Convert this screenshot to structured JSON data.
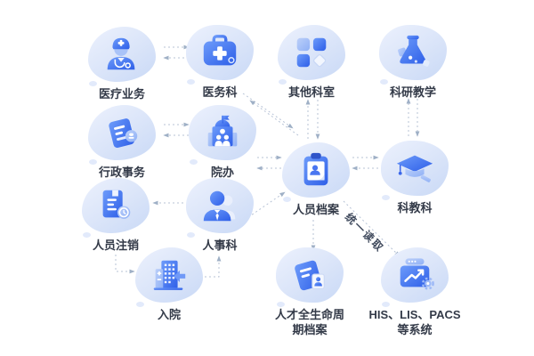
{
  "diagram": {
    "background": "#ffffff",
    "colors": {
      "blob": "#dbe5f9",
      "icon_primary": "#2e5fe8",
      "icon_light": "#8fb0f6",
      "connector": "#b7c3d6",
      "label_text": "#333a48"
    },
    "nodes": [
      {
        "id": "medical-business",
        "label": "医疗业务",
        "icon": "doctor-icon"
      },
      {
        "id": "medical-affairs-dept",
        "label": "医务科",
        "icon": "medkit-icon"
      },
      {
        "id": "other-departments",
        "label": "其他科室",
        "icon": "blocks-icon"
      },
      {
        "id": "research-teaching",
        "label": "科研教学",
        "icon": "flask-icon"
      },
      {
        "id": "administrative-affairs",
        "label": "行政事务",
        "icon": "document-stamp-icon"
      },
      {
        "id": "hospital-office",
        "label": "院办",
        "icon": "building-icon"
      },
      {
        "id": "personnel-files",
        "label": "人员档案",
        "icon": "clipboard-person-icon"
      },
      {
        "id": "science-education-dept",
        "label": "科教科",
        "icon": "graduation-cap-icon"
      },
      {
        "id": "personnel-deregistration",
        "label": "人员注销",
        "icon": "document-clock-icon"
      },
      {
        "id": "hr-dept",
        "label": "人事科",
        "icon": "businessperson-icon"
      },
      {
        "id": "admission",
        "label": "入院",
        "icon": "hospital-building-icon"
      },
      {
        "id": "talent-lifecycle-files",
        "label": "人才全生命周期档案",
        "label_lines": [
          "人才全生命周",
          "期档案"
        ],
        "icon": "talent-document-icon"
      },
      {
        "id": "his-lis-pacs-systems",
        "label": "HIS、LIS、PACS等系统",
        "label_lines": [
          "HIS、LIS、PACS",
          "等系统"
        ],
        "icon": "system-window-icon"
      }
    ],
    "edge_label": "统一读取",
    "connections": [
      {
        "from": "医疗业务",
        "to": "医务科",
        "type": "bidirectional"
      },
      {
        "from": "行政事务",
        "to": "院办",
        "type": "bidirectional"
      },
      {
        "from": "医务科",
        "to": "人员档案",
        "type": "bidirectional"
      },
      {
        "from": "其他科室",
        "to": "人员档案",
        "type": "bidirectional"
      },
      {
        "from": "科研教学",
        "to": "科教科",
        "type": "bidirectional"
      },
      {
        "from": "院办",
        "to": "人员档案",
        "type": "bidirectional"
      },
      {
        "from": "人员档案",
        "to": "科教科",
        "type": "bidirectional"
      },
      {
        "from": "人事科",
        "to": "人员档案",
        "type": "one-way"
      },
      {
        "from": "人事科",
        "to": "人员注销",
        "type": "one-way"
      },
      {
        "from": "入院",
        "to": "人事科",
        "type": "one-way"
      },
      {
        "from": "人员注销",
        "to": "入院",
        "type": "one-way"
      },
      {
        "from": "人员档案",
        "to": "人才全生命周期档案",
        "type": "one-way"
      },
      {
        "from": "人员档案",
        "to": "HIS、LIS、PACS等系统",
        "type": "one-way",
        "label": "统一读取"
      }
    ]
  }
}
